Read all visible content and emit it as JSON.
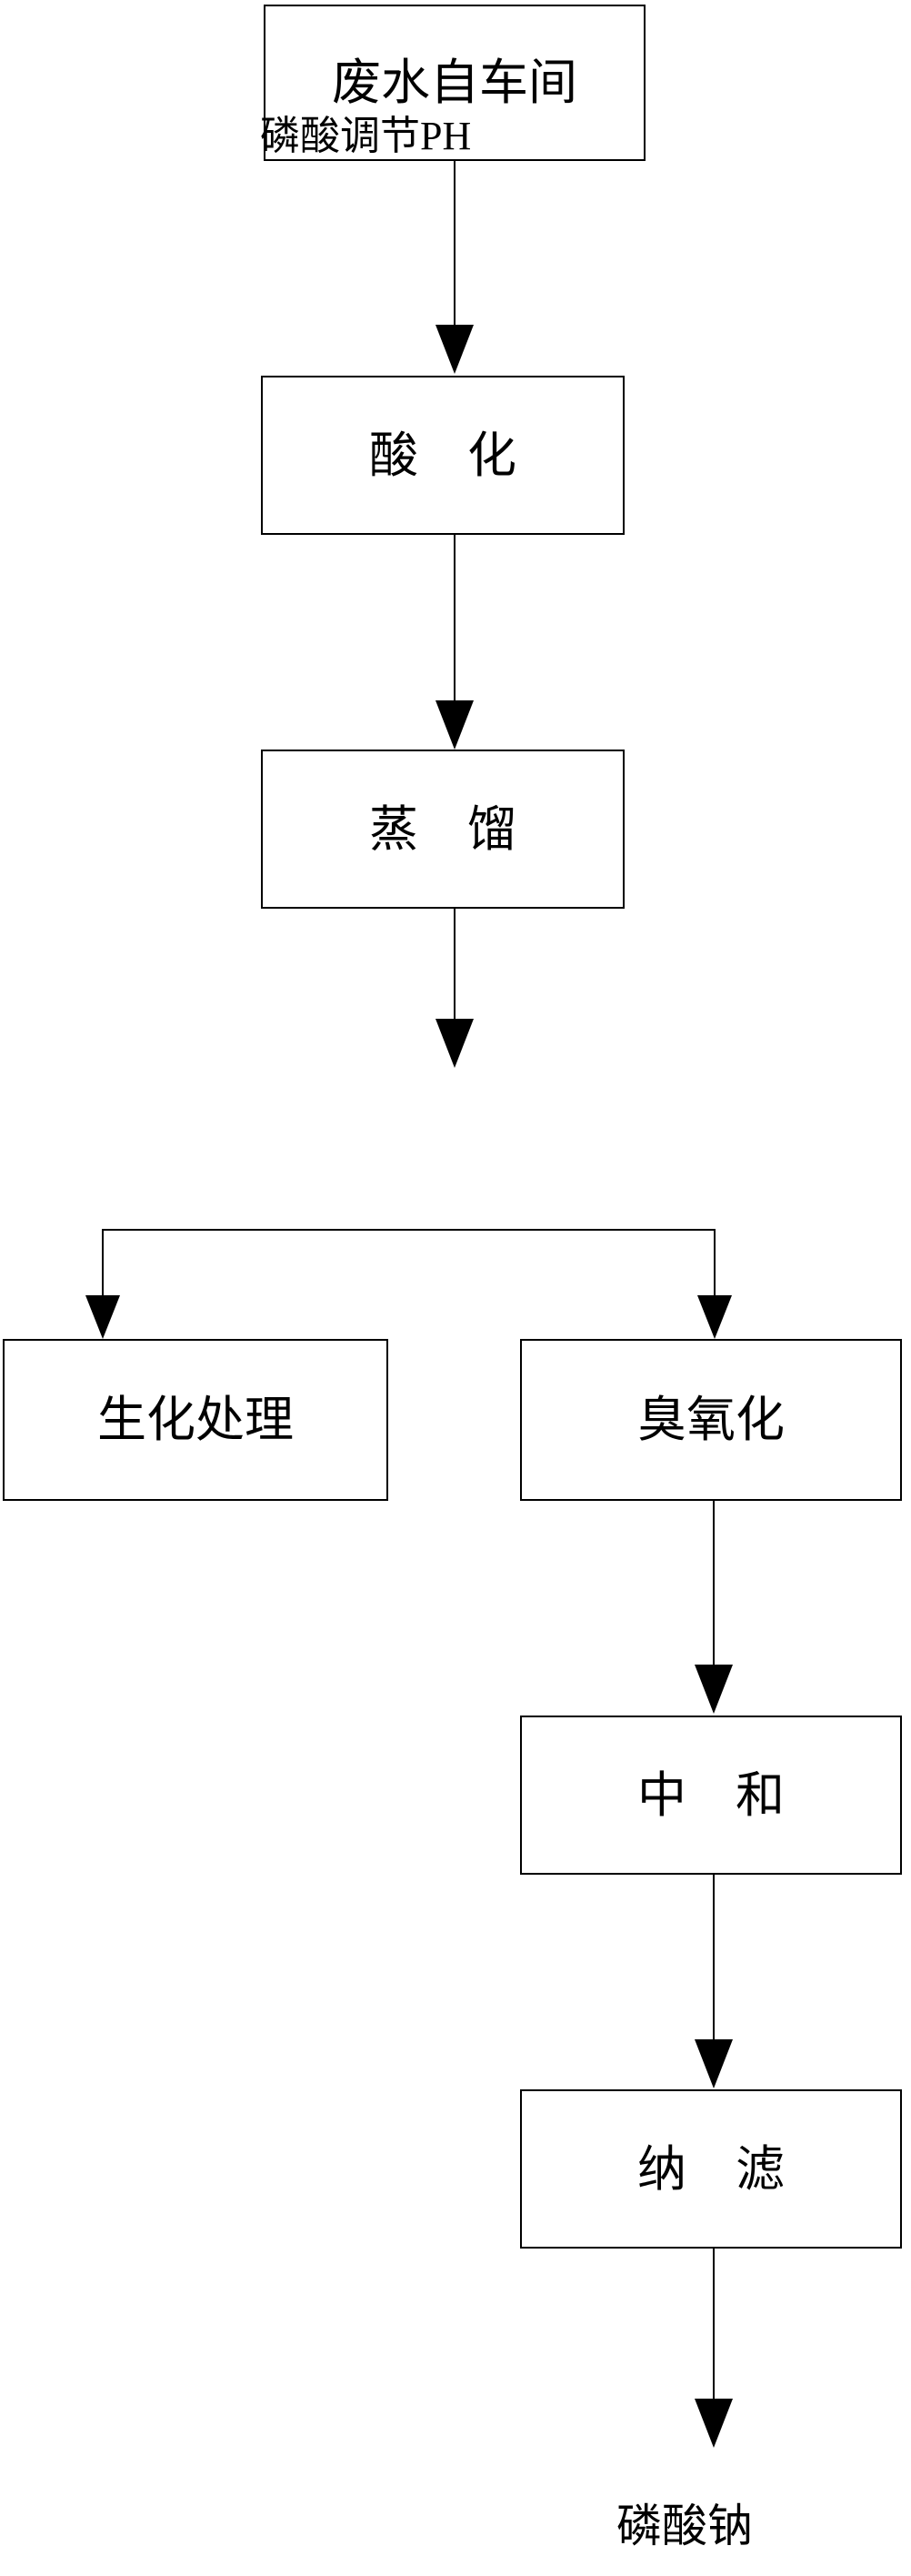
{
  "diagram": {
    "title": "",
    "type": "process-flowchart",
    "colors": {
      "stroke": "#000000",
      "fill": "#ffffff",
      "text": "#000000"
    },
    "nodes": [
      {
        "id": "wastewater",
        "label": "废水自车间"
      },
      {
        "id": "acidify",
        "label": "酸    化"
      },
      {
        "id": "distill",
        "label": "蒸    馏"
      },
      {
        "id": "biochemical",
        "label": "生化处理"
      },
      {
        "id": "ozonation",
        "label": "臭氧化"
      },
      {
        "id": "neutralize",
        "label": "中    和"
      },
      {
        "id": "nanofilter",
        "label": "纳    滤"
      }
    ],
    "edge_labels": [
      {
        "id": "ph-adjust",
        "label": "磷酸调节PH"
      }
    ],
    "terminals": [
      {
        "id": "sodium-phosphate",
        "label": "磷酸钠"
      }
    ]
  }
}
